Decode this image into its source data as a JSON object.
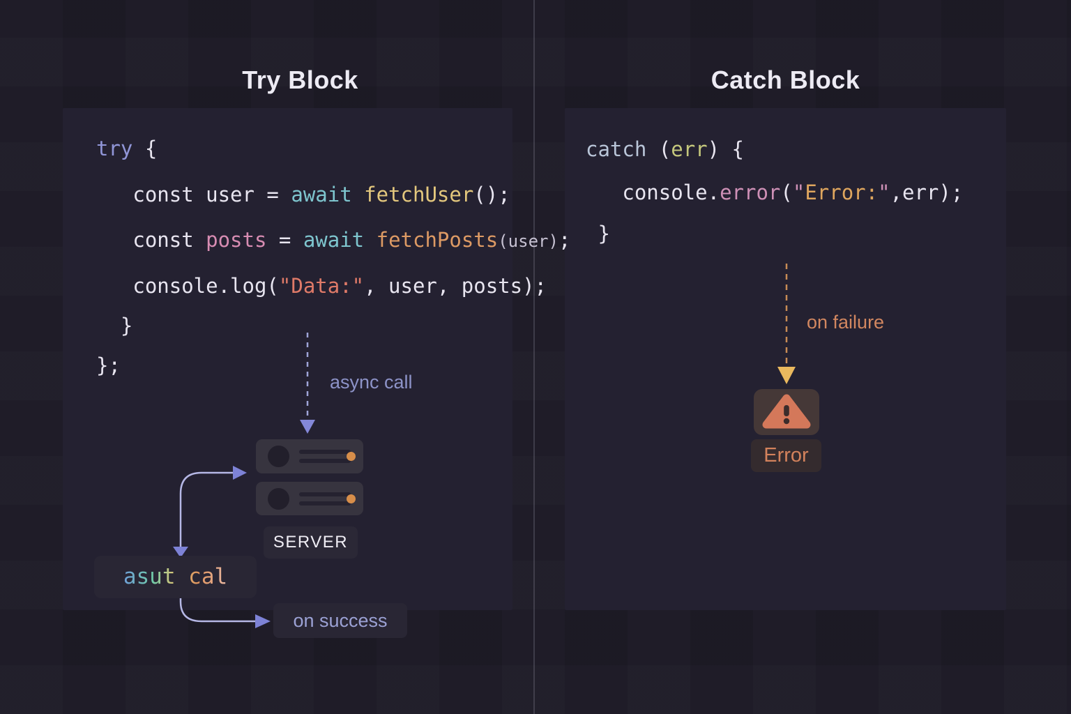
{
  "titles": {
    "try": "Try Block",
    "catch": "Catch Block"
  },
  "try_panel": {
    "code": [
      {
        "segments": [
          {
            "t": "try",
            "c": "lav"
          },
          {
            "t": " {",
            "c": "plain"
          }
        ]
      },
      {
        "segments": [
          {
            "t": "   const user = ",
            "c": "plain"
          },
          {
            "t": "await",
            "c": "teal"
          },
          {
            "t": " ",
            "c": "plain"
          },
          {
            "t": "fetchUser",
            "c": "yellow"
          },
          {
            "t": "();",
            "c": "plain"
          }
        ]
      },
      {
        "segments": [
          {
            "t": "   const ",
            "c": "plain"
          },
          {
            "t": "posts",
            "c": "pink"
          },
          {
            "t": " = ",
            "c": "plain"
          },
          {
            "t": "await",
            "c": "teal"
          },
          {
            "t": " ",
            "c": "plain"
          },
          {
            "t": "fetchPosts",
            "c": "orange"
          },
          {
            "t": "(user)",
            "c": "dim"
          },
          {
            "t": ";",
            "c": "plain"
          }
        ]
      },
      {
        "segments": [
          {
            "t": "   console.log(",
            "c": "plain"
          },
          {
            "t": "\"Data:\"",
            "c": "salmon"
          },
          {
            "t": ", user, posts);",
            "c": "plain"
          }
        ]
      },
      {
        "segments": [
          {
            "t": "  }",
            "c": "plain"
          }
        ]
      },
      {
        "segments": [
          {
            "t": "};",
            "c": "plain"
          }
        ]
      }
    ]
  },
  "catch_panel": {
    "code": [
      {
        "segments": [
          {
            "t": "catch ",
            "c": "blue"
          },
          {
            "t": "(",
            "c": "plain"
          },
          {
            "t": "err",
            "c": "olive"
          },
          {
            "t": ") {",
            "c": "plain"
          }
        ]
      },
      {
        "segments": [
          {
            "t": "   console.",
            "c": "plain"
          },
          {
            "t": "error",
            "c": "pinkfn"
          },
          {
            "t": "(",
            "c": "plain"
          },
          {
            "t": "\"",
            "c": "pinkfn"
          },
          {
            "t": "Error:",
            "c": "gold"
          },
          {
            "t": "\"",
            "c": "pinkfn"
          },
          {
            "t": ",err);",
            "c": "plain"
          }
        ]
      },
      {
        "segments": [
          {
            "t": " }",
            "c": "plain"
          }
        ]
      }
    ]
  },
  "flow": {
    "async_call_label": "async call",
    "server_label": "SERVER",
    "async_box_label": "asut cal",
    "on_success_label": "on success",
    "on_failure_label": "on failure",
    "error_label": "Error"
  },
  "colors": {
    "background": "#1d1a26",
    "panel": "#242131",
    "code_default": "#e8e5f0",
    "keyword_lavender": "#9196d8",
    "keyword_teal": "#7ec5ce",
    "fn_yellow": "#e3c77d",
    "var_pink": "#d78cb2",
    "fn_orange": "#dd9a64",
    "string_salmon": "#df7a68",
    "catch_blue": "#b9c5d8",
    "err_olive": "#c4c77c",
    "error_fn_pink": "#ce90b6",
    "string_gold": "#dfa65e",
    "flow_lavender": "#8d93c8",
    "flow_line": "#b6b8e6",
    "arrowhead_purple": "#7d82d6",
    "failure_orange": "#d28760",
    "failure_arrowhead": "#eab95e",
    "server_dot_orange": "#d78e4a",
    "warning_triangle": "#d4785a"
  }
}
